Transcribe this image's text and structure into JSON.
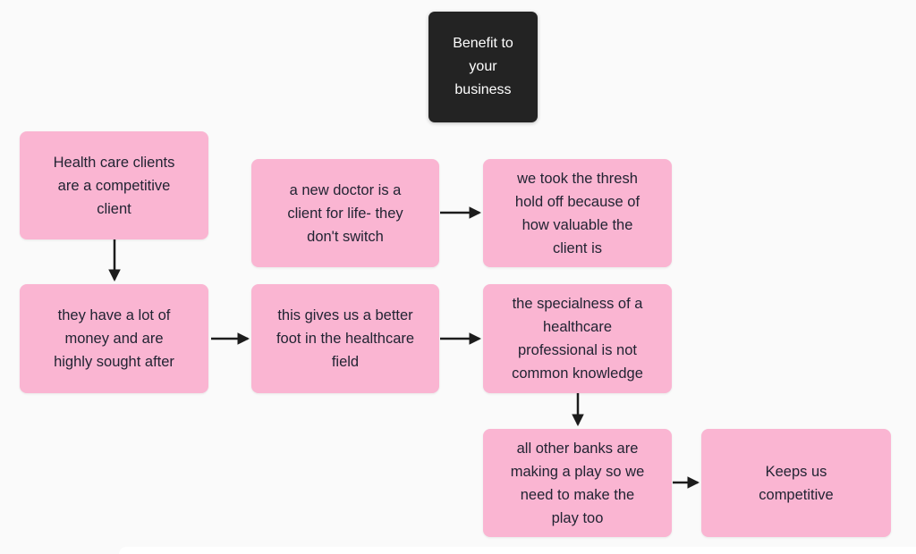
{
  "canvas": {
    "background": "#fafafa",
    "pink_fill": "#fab5d2",
    "dark_fill": "#232323",
    "text_color": "#222433",
    "dark_text_color": "#ffffff",
    "arrow_color": "#1c1c1c"
  },
  "nodes": {
    "title": {
      "text": "Benefit to\nyour\nbusiness"
    },
    "health_clients": {
      "text": "Health care clients\nare a competitive\nclient"
    },
    "new_doctor": {
      "text": "a new doctor is a\nclient for life- they\ndon't switch"
    },
    "threshold": {
      "text": "we took the thresh\nhold off because of\nhow valuable the\nclient is"
    },
    "money": {
      "text": "they have a lot of\nmoney and are\nhighly sought after"
    },
    "better_foot": {
      "text": "this gives us a better\nfoot in the healthcare\nfield"
    },
    "specialness": {
      "text": "the specialness of a\nhealthcare\nprofessional is not\ncommon knowledge"
    },
    "other_banks": {
      "text": "all other banks are\nmaking a play so we\nneed to make the\nplay too"
    },
    "keeps_competitive": {
      "text": "Keeps us\ncompetitive"
    }
  },
  "edges": [
    {
      "from": "health_clients",
      "to": "money",
      "direction": "down"
    },
    {
      "from": "new_doctor",
      "to": "threshold",
      "direction": "right"
    },
    {
      "from": "money",
      "to": "better_foot",
      "direction": "right"
    },
    {
      "from": "better_foot",
      "to": "specialness",
      "direction": "right"
    },
    {
      "from": "specialness",
      "to": "other_banks",
      "direction": "down"
    },
    {
      "from": "other_banks",
      "to": "keeps_competitive",
      "direction": "right"
    }
  ]
}
